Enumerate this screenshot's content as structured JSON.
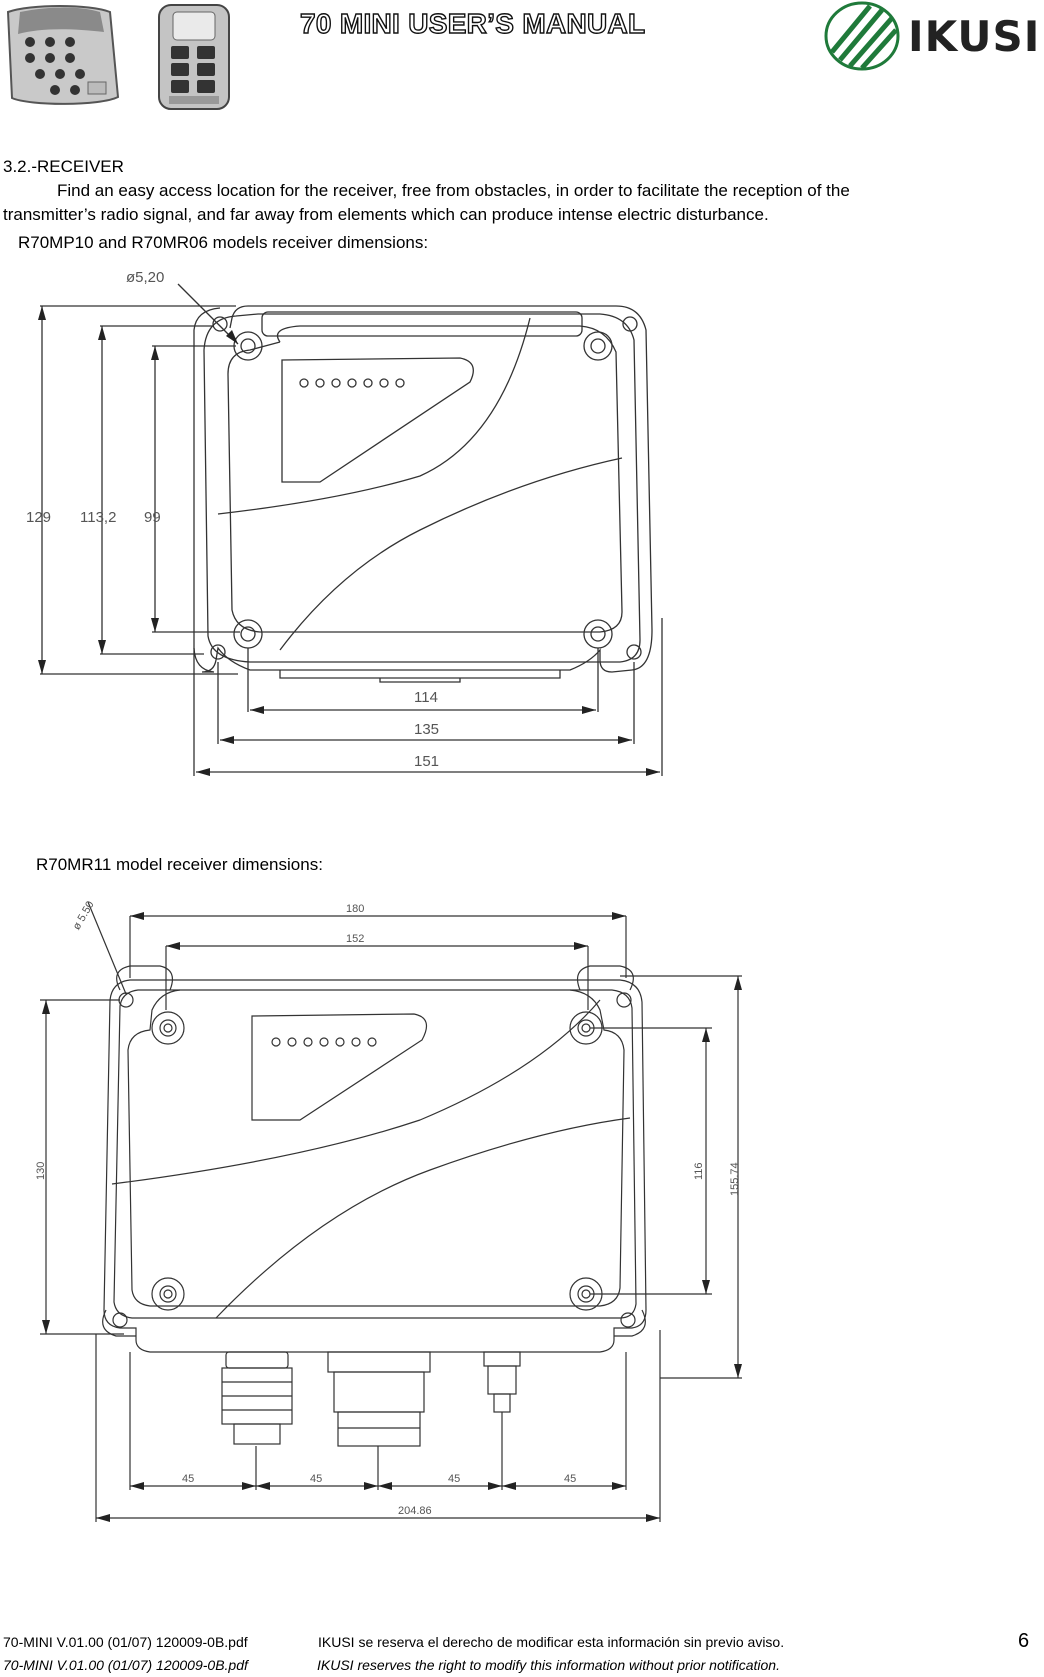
{
  "header": {
    "title": "70 MINI USER’S MANUAL",
    "logo_text": "IKUSI",
    "logo_icon": "ikusi-logo-icon",
    "remote1_icon": "remote-control-icon",
    "remote2_icon": "remote-control-icon"
  },
  "section": {
    "heading": "3.2.-RECEIVER",
    "paragraph_line1": "Find an easy access location for the receiver, free from obstacles, in order to facilitate the reception of the",
    "paragraph_line2": "transmitter’s radio signal, and far away from elements which can produce intense electric disturbance.",
    "subhead1": "R70MP10 and R70MR06 models receiver dimensions:",
    "subhead2": "R70MR11 model receiver dimensions:"
  },
  "drawing1": {
    "hole_dia": "ø5,20",
    "dim_v1": "129",
    "dim_v2": "113,2",
    "dim_v3": "99",
    "dim_h1": "114",
    "dim_h2": "135",
    "dim_h3": "151"
  },
  "drawing2": {
    "dim_top1": "180",
    "dim_top2": "152",
    "hole_dia": "ø 5.50",
    "dim_left": "130",
    "dim_right1": "116",
    "dim_right2": "155.74",
    "dim_b1": "45",
    "dim_b2": "45",
    "dim_b3": "45",
    "dim_b4": "45",
    "dim_total": "204.86"
  },
  "footer": {
    "line1_left": "70-MINI V.01.00 (01/07) 120009-0B.pdf",
    "line1_right": "IKUSI se reserva el derecho de modificar esta información sin previo aviso.",
    "line2_left": "70-MINI V.01.00 (01/07) 120009-0B.pdf",
    "line2_right": "IKUSI reserves the right to modify this information without prior notification.",
    "page_number": "6"
  }
}
